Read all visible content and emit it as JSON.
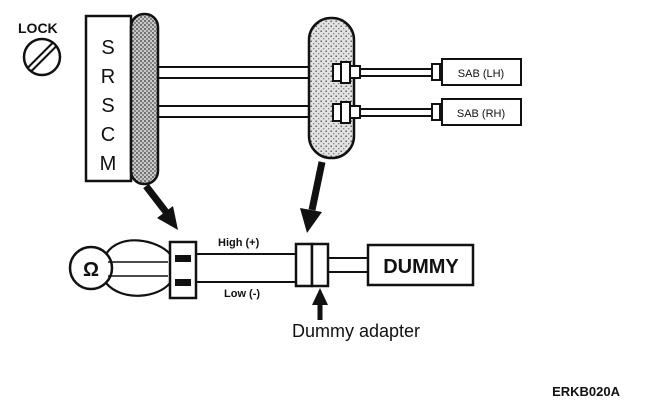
{
  "labels": {
    "lock": "LOCK",
    "srscm_letters": [
      "S",
      "R",
      "S",
      "C",
      "M"
    ],
    "sab_lh": "SAB (LH)",
    "sab_rh": "SAB (RH)",
    "high": "High (+)",
    "low": "Low (-)",
    "dummy": "DUMMY",
    "dummy_adapter": "Dummy adapter",
    "ohm": "Ω",
    "figure_code": "ERKB020A"
  },
  "colors": {
    "line": "#111111",
    "stipple": "#8a8a8a",
    "background": "#ffffff"
  },
  "icons": {
    "lock_switch": "ignition-lock-icon",
    "ohmmeter": "ohmmeter-icon"
  }
}
